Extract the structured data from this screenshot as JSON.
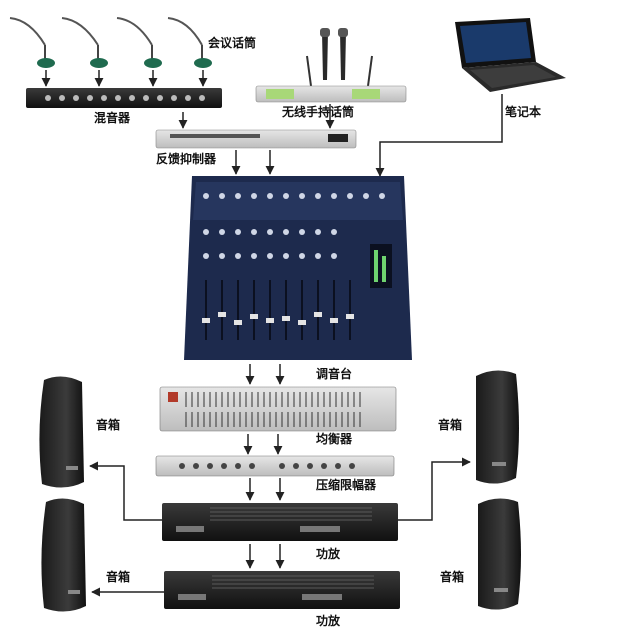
{
  "labels": {
    "conference_mic": "会议话筒",
    "mixer_small": "混音器",
    "wireless_mic": "无线手持话筒",
    "laptop": "笔记本",
    "feedback_suppressor": "反馈抑制器",
    "mixing_console": "调音台",
    "equalizer": "均衡器",
    "compressor_limiter": "压缩限幅器",
    "amplifier_1": "功放",
    "amplifier_2": "功放",
    "speaker_top_left": "音箱",
    "speaker_top_right": "音箱",
    "speaker_bottom_left": "音箱",
    "speaker_bottom_right": "音箱"
  },
  "colors": {
    "arrow": "#222222",
    "rack_dark": "#1c1c1c",
    "rack_light": "#d9d9d9",
    "console_blue": "#1d2a4d",
    "mic_green": "#1f6b4f",
    "display_green": "#a8d878"
  }
}
